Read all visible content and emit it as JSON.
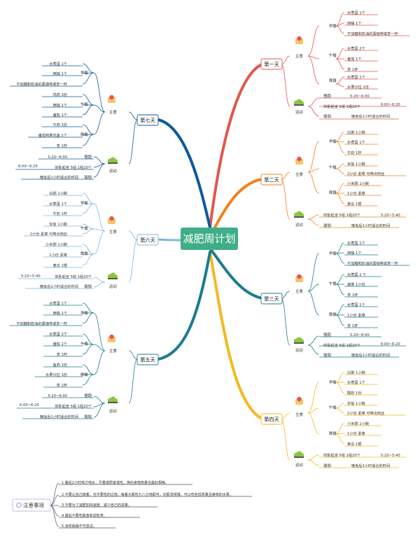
{
  "root": {
    "title": "减肥周计划",
    "color": "#3fae87"
  },
  "colors": {
    "day1": "#e2574c",
    "day2": "#f0821e",
    "day3": "#1a7c8c",
    "day4": "#f5b91f",
    "day5": "#1a7c8c",
    "day6": "#7fb6de",
    "day7": "#0d5a9b"
  },
  "labels": {
    "main_food": "主食",
    "exercise": "运动",
    "breakfast": "早餐",
    "lunch": "午餐",
    "dinner": "晚餐",
    "run": "慢跑",
    "situp": "仰卧起坐",
    "yoga": "瑜伽"
  },
  "days": {
    "d1": {
      "title": "第一天",
      "breakfast": [
        "水煮蛋 1个",
        "西柚 1个",
        "不加糖和奶油的黑咖啡或茶一杯"
      ],
      "lunch": [
        "水煮蛋 2个",
        "番茄 1个",
        "茶 1杯"
      ],
      "dinner": [
        "水煮蛋 1个",
        "水果沙拉 1份"
      ],
      "run": "5:20~6:00",
      "situp": "仰卧起坐 5组 1组20个",
      "situp_time": "6:00~6:20",
      "yoga": "晚饭后1小时适合的时间"
    },
    "d2": {
      "title": "第二天",
      "breakfast": [
        "白粥 1小碗",
        "水煮蛋 1个",
        "牛奶 1杯"
      ],
      "lunch": [
        "米饭 1小碗",
        "2小份 素菜 可带点肉丝"
      ],
      "dinner": [
        "小米粥 1小碗",
        "1小份 素菜",
        "黄瓜 1根"
      ],
      "situp": "仰卧起坐 5组 1组20个",
      "situp_time": "5:20~5:40",
      "yoga": "晚饭后1小时适合的时间"
    },
    "d3": {
      "title": "第三天",
      "breakfast": [
        "水煮蛋 1个",
        "西柚 1个",
        "不加糖和奶油的黑咖啡或茶一杯"
      ],
      "lunch": [
        "水煮蛋 2 个",
        "菠菜 1小份",
        "茶 1杯"
      ],
      "dinner": [
        "水煮蛋 1个",
        "1小份 素菜",
        "茶 1杯"
      ],
      "run": "5:20~6:00",
      "situp": "仰卧起坐 5组 1组20个",
      "situp_time": "6:00~6:20",
      "yoga": "晚饭后1小时适合的时间"
    },
    "d4": {
      "title": "第四天",
      "breakfast": [
        "白粥 1小碗",
        "水煮蛋 1个",
        "酸奶 1份"
      ],
      "lunch": [
        "米饭 1小碗",
        "2小份 素菜 可带点肉丝"
      ],
      "dinner": [
        "小米粥 1小碗",
        "1小份 素菜",
        "黄瓜 1根"
      ],
      "situp": "仰卧起坐 5组 1组20个",
      "situp_time": "5:20~5:40",
      "yoga": "晚饭后1小时适合的时间"
    },
    "d5": {
      "title": "第五天",
      "breakfast": [
        "水煮蛋 1个",
        "西柚 1个",
        "不加糖和奶油的黑咖啡或茶一杯"
      ],
      "lunch": [
        "水煮蛋 2个",
        "番茄 1个",
        "茶 1杯"
      ],
      "dinner": [
        "鱼肉 1份",
        "水果沙拉 1份",
        "茶 1杯"
      ],
      "run": "5:20~6:00",
      "situp": "仰卧起坐 5组 1组20个",
      "situp_time": "6:00~6:20",
      "yoga": "晚饭后1小时适合的时间"
    },
    "d6": {
      "title": "第六天",
      "breakfast": [
        "白粥 1小碗",
        "水煮蛋 1个",
        "牛奶 1杯"
      ],
      "lunch": [
        "米饭 1小碗",
        "2小份 素菜 可带点肉丝"
      ],
      "dinner": [
        "小米粥 1小碗",
        "1小份 素菜",
        "黄瓜 1根"
      ],
      "situp": "仰卧起坐 5组 1组20个",
      "situp_time": "5:20~5:40",
      "yoga": "晚饭后1小时适合的时间"
    },
    "d7": {
      "title": "第七天",
      "breakfast": [
        "水煮蛋 1个",
        "西柚 1个",
        "不加糖和奶油的黑咖啡或茶一杯"
      ],
      "lunch": [
        "鸡肉 1份",
        "西柚 1个",
        "番茄 1个"
      ],
      "dinner": [
        "牛肉 1份",
        "番茄和黄花鱼 1个",
        "茶 1杯"
      ],
      "run": "5:20~6:00",
      "situp": "仰卧起坐 5组 1组20个",
      "situp_time": "6:00~6:20",
      "yoga": "晚饭后1小时适合的时间"
    }
  },
  "notes": {
    "title": "注意事项",
    "items": [
      "1.餐后2小时喝才喝水，尽量按照食谱吃，换的食物热量也最好相等。",
      "2.不要让自己挨着，也不要吃的过饱，每餐大概吃七八分饱即可，切肌觉得饿，可以吃些低热量且美味的水果。",
      "3.不要为了减肥加快速度，减少自己的进量。",
      "4.瘦后不要吃甜食和淀粉类。",
      "5.身体疾病不可尝试。"
    ]
  }
}
